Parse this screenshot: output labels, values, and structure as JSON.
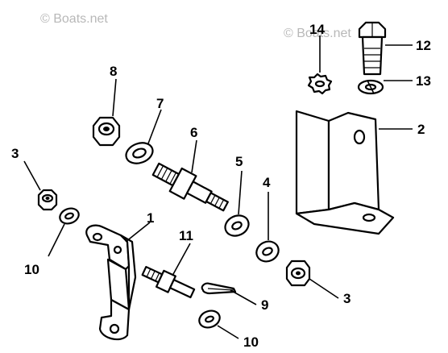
{
  "watermarks": [
    "© Boats.net",
    "© Boats.net"
  ],
  "callouts": [
    {
      "id": "c1",
      "label": "1"
    },
    {
      "id": "c2",
      "label": "2"
    },
    {
      "id": "c3a",
      "label": "3"
    },
    {
      "id": "c3b",
      "label": "3"
    },
    {
      "id": "c4",
      "label": "4"
    },
    {
      "id": "c5",
      "label": "5"
    },
    {
      "id": "c6",
      "label": "6"
    },
    {
      "id": "c7",
      "label": "7"
    },
    {
      "id": "c8",
      "label": "8"
    },
    {
      "id": "c9",
      "label": "9"
    },
    {
      "id": "c10a",
      "label": "10"
    },
    {
      "id": "c10b",
      "label": "10"
    },
    {
      "id": "c11",
      "label": "11"
    },
    {
      "id": "c12",
      "label": "12"
    },
    {
      "id": "c13",
      "label": "13"
    },
    {
      "id": "c14",
      "label": "14"
    }
  ]
}
